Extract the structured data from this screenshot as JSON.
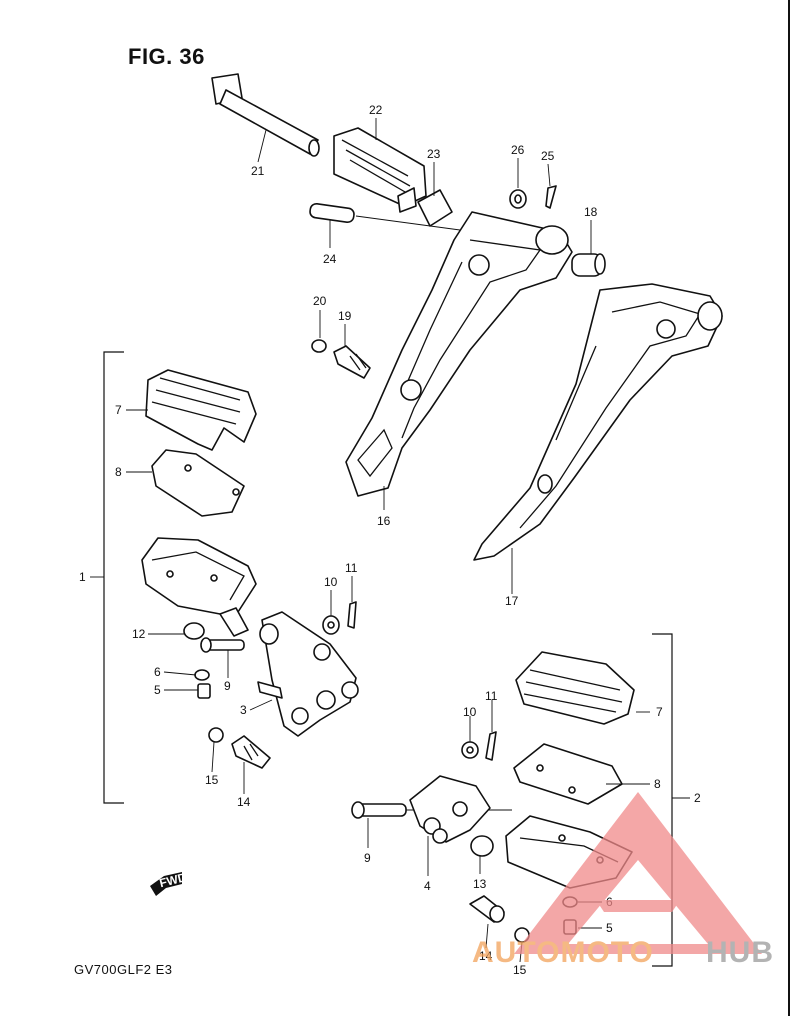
{
  "figure": {
    "title": "FIG. 36",
    "model_code": "GV700GLF2  E3"
  },
  "fwd_label": "FWD",
  "callouts": [
    {
      "id": "c21",
      "text": "21"
    },
    {
      "id": "c22",
      "text": "22"
    },
    {
      "id": "c23",
      "text": "23"
    },
    {
      "id": "c24",
      "text": "24"
    },
    {
      "id": "c26",
      "text": "26"
    },
    {
      "id": "c25",
      "text": "25"
    },
    {
      "id": "c18",
      "text": "18"
    },
    {
      "id": "c20",
      "text": "20"
    },
    {
      "id": "c19",
      "text": "19"
    },
    {
      "id": "c16",
      "text": "16"
    },
    {
      "id": "c17",
      "text": "17"
    },
    {
      "id": "c7a",
      "text": "7"
    },
    {
      "id": "c8a",
      "text": "8"
    },
    {
      "id": "c1",
      "text": "1"
    },
    {
      "id": "c10a",
      "text": "10"
    },
    {
      "id": "c11a",
      "text": "11"
    },
    {
      "id": "c12",
      "text": "12"
    },
    {
      "id": "c6a",
      "text": "6"
    },
    {
      "id": "c5a",
      "text": "5"
    },
    {
      "id": "c9a",
      "text": "9"
    },
    {
      "id": "c3",
      "text": "3"
    },
    {
      "id": "c15a",
      "text": "15"
    },
    {
      "id": "c14a",
      "text": "14"
    },
    {
      "id": "c11b",
      "text": "11"
    },
    {
      "id": "c10b",
      "text": "10"
    },
    {
      "id": "c7b",
      "text": "7"
    },
    {
      "id": "c8b",
      "text": "8"
    },
    {
      "id": "c2",
      "text": "2"
    },
    {
      "id": "c9b",
      "text": "9"
    },
    {
      "id": "c4",
      "text": "4"
    },
    {
      "id": "c13",
      "text": "13"
    },
    {
      "id": "c6b",
      "text": "6"
    },
    {
      "id": "c5b",
      "text": "5"
    },
    {
      "id": "c14b",
      "text": "14"
    },
    {
      "id": "c15b",
      "text": "15"
    }
  ],
  "watermark": {
    "part1": "AUTOMOTO",
    "part2": "HUB",
    "color_primary": "#f2a25a",
    "color_secondary": "#9a9a9a",
    "color_mark": "#f08a8a"
  }
}
